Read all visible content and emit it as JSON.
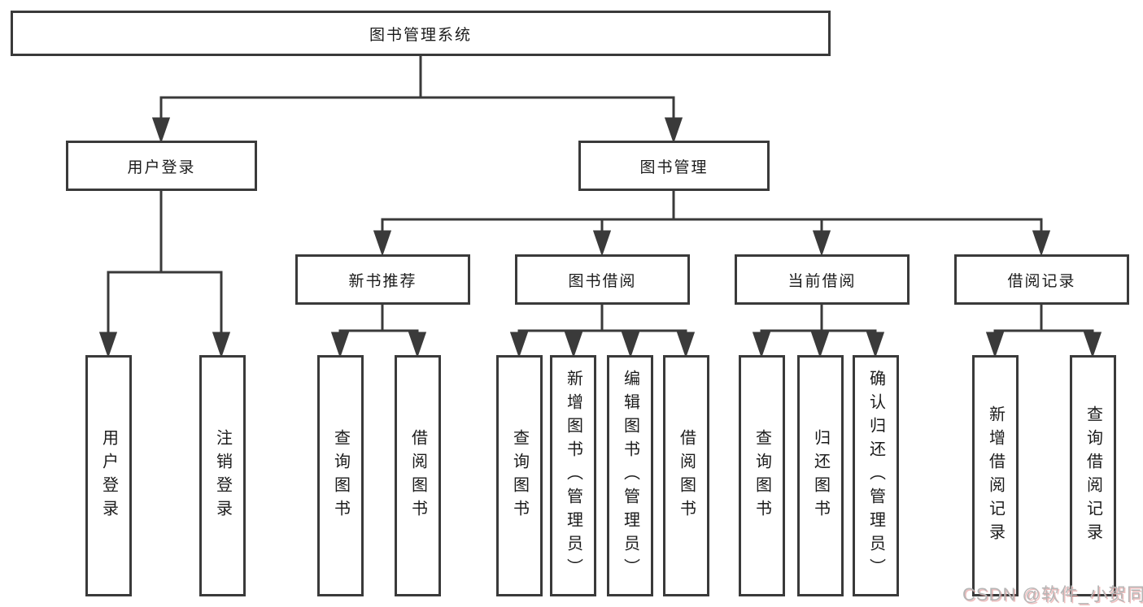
{
  "diagram": {
    "root": "图书管理系统",
    "user_login": "用户登录",
    "book_mgmt": "图书管理",
    "new_books": "新书推荐",
    "book_borrow": "图书借阅",
    "current_borrow": "当前借阅",
    "borrow_records": "借阅记录",
    "leaf_user_login": "用户登录",
    "leaf_logout": "注销登录",
    "leaf_nb_query": "查询图书",
    "leaf_nb_borrow": "借阅图书",
    "leaf_bb_query": "查询图书",
    "leaf_bb_add": "新增图书（管理员）",
    "leaf_bb_edit": "编辑图书（管理员）",
    "leaf_bb_borrow": "借阅图书",
    "leaf_cb_query": "查询图书",
    "leaf_cb_return": "归还图书",
    "leaf_cb_confirm": "确认归还（管理员）",
    "leaf_br_add": "新增借阅记录",
    "leaf_br_query": "查询借阅记录"
  },
  "watermark": {
    "text": "CSDN @软件_小贺同学",
    "color": "#b6b6b6",
    "shadow_color": "#e08a8a"
  },
  "colors": {
    "line": "#3a3a3a",
    "border": "#3a3a3a",
    "text": "#1b1b1b",
    "background": "#ffffff"
  }
}
